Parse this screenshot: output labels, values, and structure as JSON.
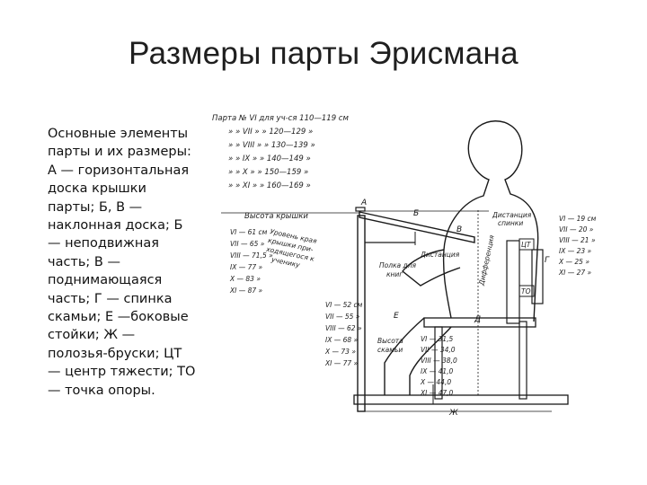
{
  "title": "Размеры парты Эрисмана",
  "description_lines": [
    "Основные элементы",
    "парты и их размеры:",
    "А — горизонтальная",
    "доска крышки",
    "парты; Б, В —",
    "наклонная доска; Б",
    "— неподвижная",
    "часть; В —",
    "поднимающаяся",
    "часть; Г — спинка",
    "скамьи; Е —боковые",
    "стойки; Ж —",
    "полозья-бруски; ЦТ",
    "— центр тяжести; ТО",
    "— точка опоры."
  ],
  "figure": {
    "table_header": "Парта № VI для уч-ся 110—119 см",
    "table_rows": [
      "» » VII » » 120—129 »",
      "» » VIII » » 130—139 »",
      "» » IX » » 140—149 »",
      "» » X » » 150—159 »",
      "» » XI » » 160—169 »"
    ],
    "cover_height_label": "Высота крышки",
    "left_measurements": [
      "VI — 61 см",
      "VII — 65 »",
      "VIII — 71,5 »",
      "IX — 77 »",
      "X — 83 »",
      "XI — 87 »"
    ],
    "seat_height_values": [
      "VI — 52 см",
      "VII — 55 »",
      "VIII — 62 »",
      "IX — 68 »",
      "X — 73 »",
      "XI — 77 »"
    ],
    "seat_heights_bottom": [
      "VI — 31,5",
      "VII — 34,0",
      "VIII — 38,0",
      "IX — 41,0",
      "X — 44,0",
      "XI — 47,0"
    ],
    "right_measurements": [
      "VI — 19 см",
      "VII — 20 »",
      "VIII — 21 »",
      "IX — 23 »",
      "X — 25 »",
      "XI — 27 »"
    ],
    "level_label_lines": [
      "Уровень края",
      "крышки при-",
      "ходящегося к",
      "ученику"
    ],
    "shelf_label_lines": [
      "Полка для",
      "книг"
    ],
    "distance_label": "Дистанция",
    "back_label_lines": [
      "Дистанция",
      "спинки"
    ],
    "differentiation_label": "Дифференция",
    "seat_height_label_lines": [
      "Высота",
      "скамьи"
    ],
    "letters": {
      "A": "А",
      "B": "Б",
      "V": "В",
      "G": "Г",
      "E": "Е",
      "ZH": "Ж",
      "D": "Д"
    },
    "markers": {
      "ct": "ЦТ",
      "to": "ТО"
    }
  }
}
